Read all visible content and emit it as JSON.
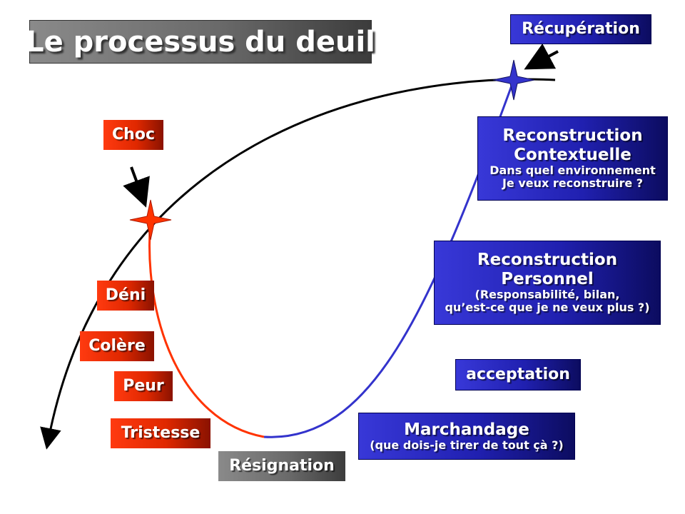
{
  "title": "Le processus du deuil",
  "stages_red": {
    "choc": "Choc",
    "deni": "Déni",
    "colere": "Colère",
    "peur": "Peur",
    "tristesse": "Tristesse"
  },
  "resignation": "Résignation",
  "marchandage": {
    "title": "Marchandage",
    "subtitle": "(que dois-je tirer de tout çà ?)"
  },
  "acceptation": "acceptation",
  "reconstruction_personnel": {
    "line1": "Reconstruction",
    "line2": "Personnel",
    "line3": "(Responsabilité, bilan,",
    "line4": "qu’est-ce que je ne veux plus ?)"
  },
  "reconstruction_contextuelle": {
    "line1": "Reconstruction",
    "line2": "Contextuelle",
    "line3": "Dans quel environnement",
    "line4": "Je veux reconstruire ?"
  },
  "recuperation": "Récupération",
  "colors": {
    "red": "#e02800",
    "blue": "#2020b0",
    "grey": "#6a6a6a",
    "curve_red": "#ff3300",
    "curve_blue": "#3333cc",
    "curve_black": "#000000"
  }
}
